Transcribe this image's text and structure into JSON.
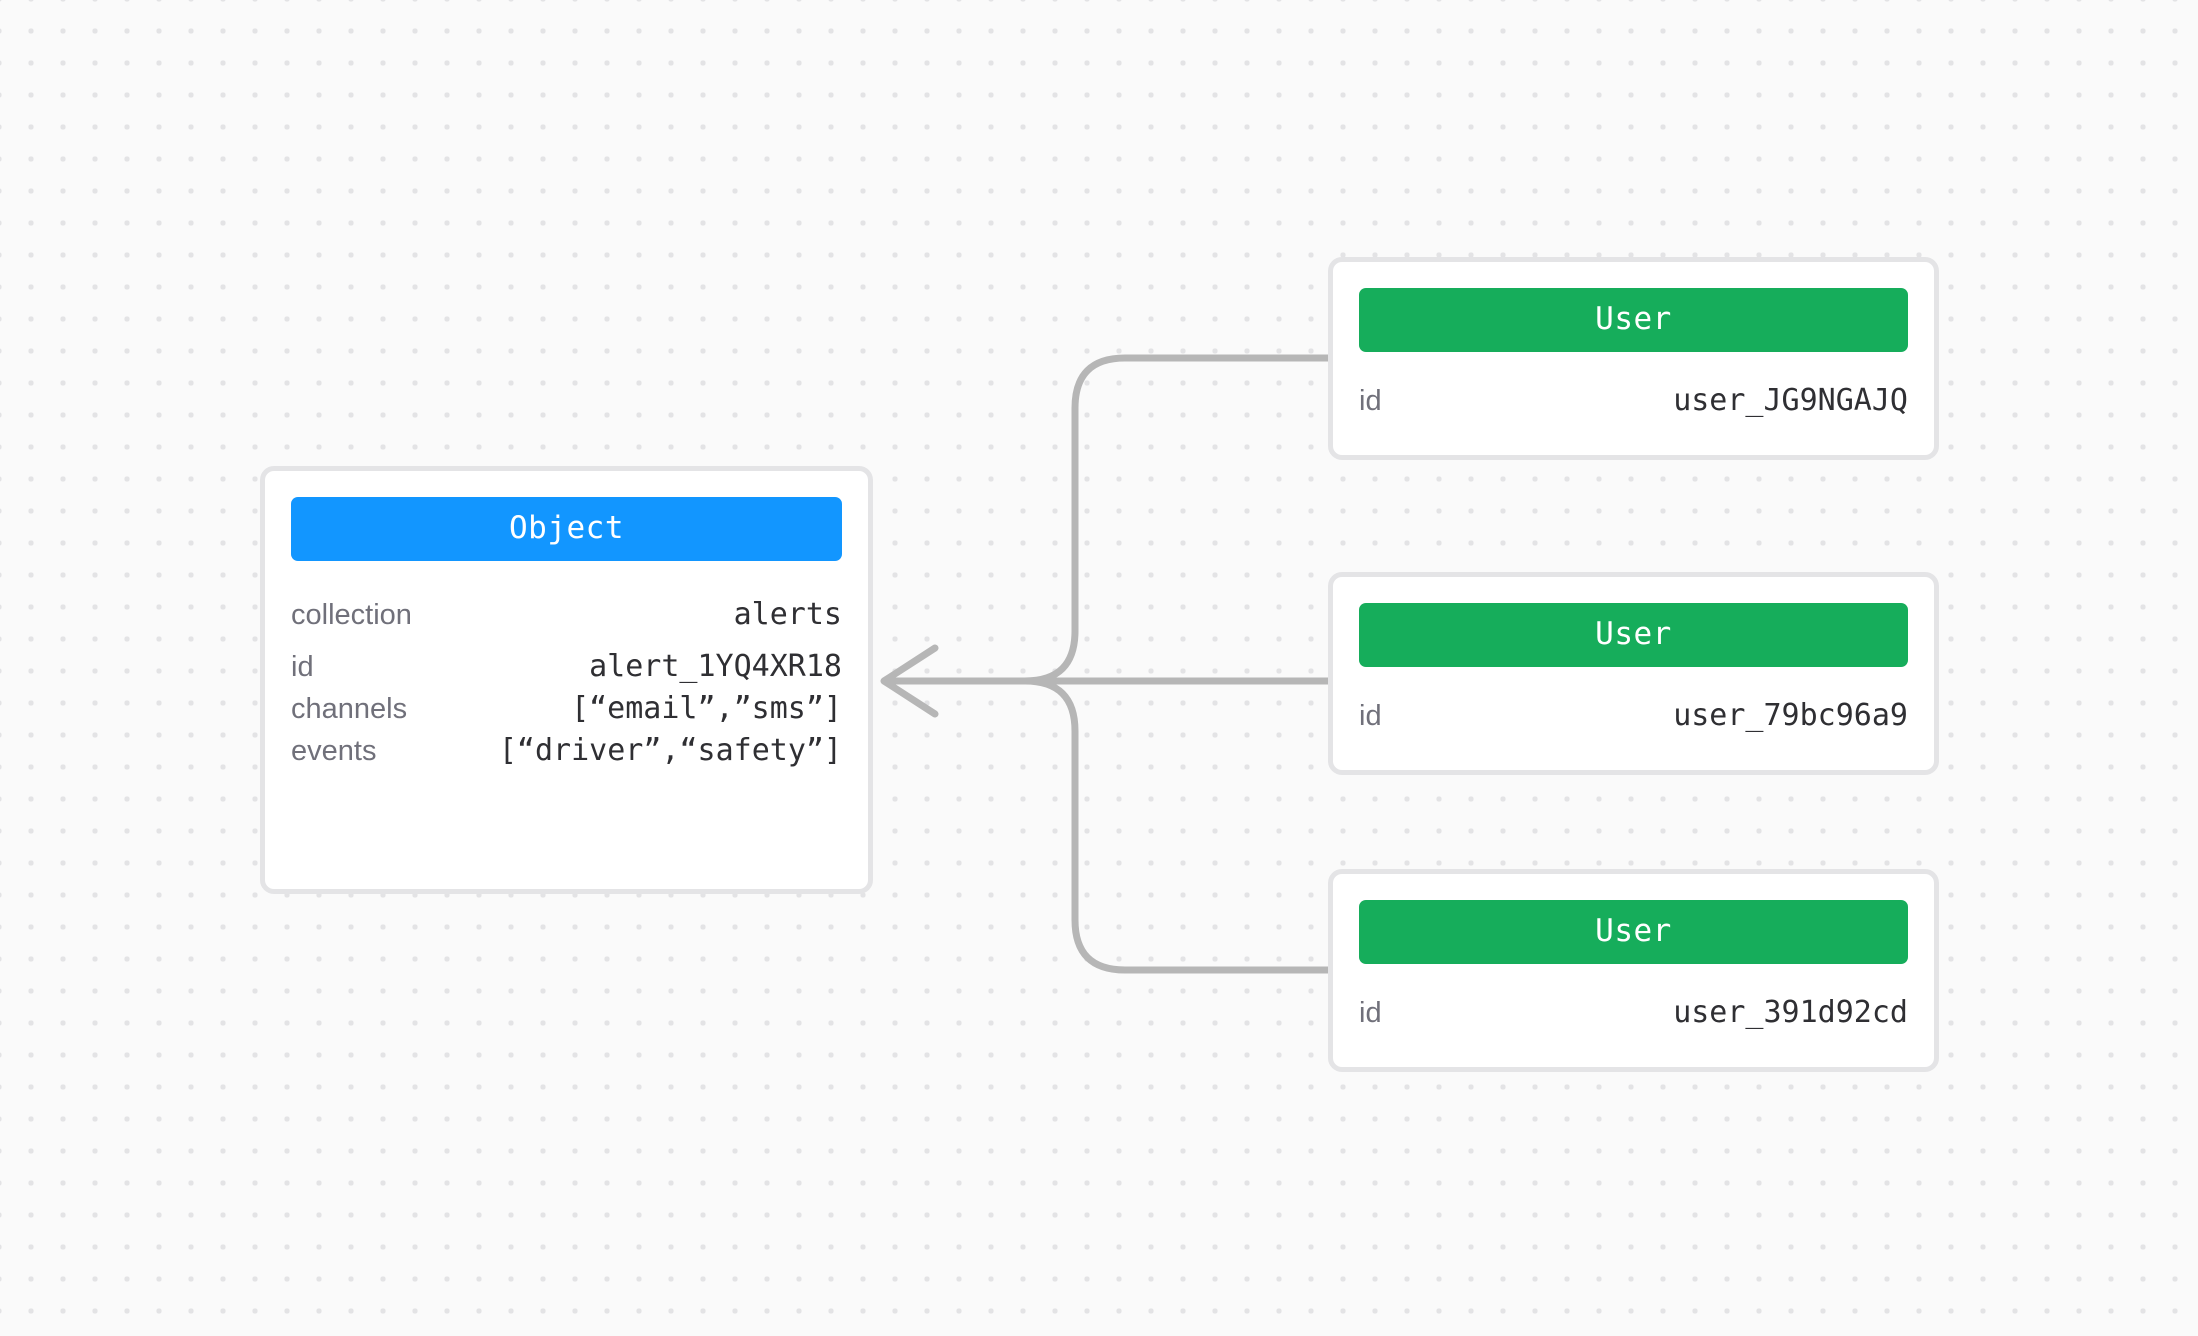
{
  "canvas": {
    "background_color": "#fafafa",
    "dot_color": "#e3e3e5",
    "edge_color": "#b6b6b6",
    "card_border_color": "#e4e4e6",
    "card_background": "#ffffff"
  },
  "object_node": {
    "header_label": "Object",
    "header_color": "#1296ff",
    "primary_rows": [
      {
        "key": "collection",
        "value": "alerts"
      }
    ],
    "secondary_rows": [
      {
        "key": "id",
        "value": "alert_1YQ4XR18"
      },
      {
        "key": "channels",
        "value": "[“email”,”sms”]"
      },
      {
        "key": "events",
        "value": "[“driver”,“safety”]"
      }
    ]
  },
  "user_nodes": [
    {
      "header_label": "User",
      "header_color": "#16ad5b",
      "rows": [
        {
          "key": "id",
          "value": "user_JG9NGAJQ"
        }
      ]
    },
    {
      "header_label": "User",
      "header_color": "#16ad5b",
      "rows": [
        {
          "key": "id",
          "value": "user_79bc96a9"
        }
      ]
    },
    {
      "header_label": "User",
      "header_color": "#16ad5b",
      "rows": [
        {
          "key": "id",
          "value": "user_391d92cd"
        }
      ]
    }
  ],
  "edges": [
    {
      "from": "user_nodes.0",
      "to": "object_node",
      "arrow": true
    },
    {
      "from": "user_nodes.1",
      "to": "object_node",
      "arrow": true
    },
    {
      "from": "user_nodes.2",
      "to": "object_node",
      "arrow": true
    }
  ]
}
